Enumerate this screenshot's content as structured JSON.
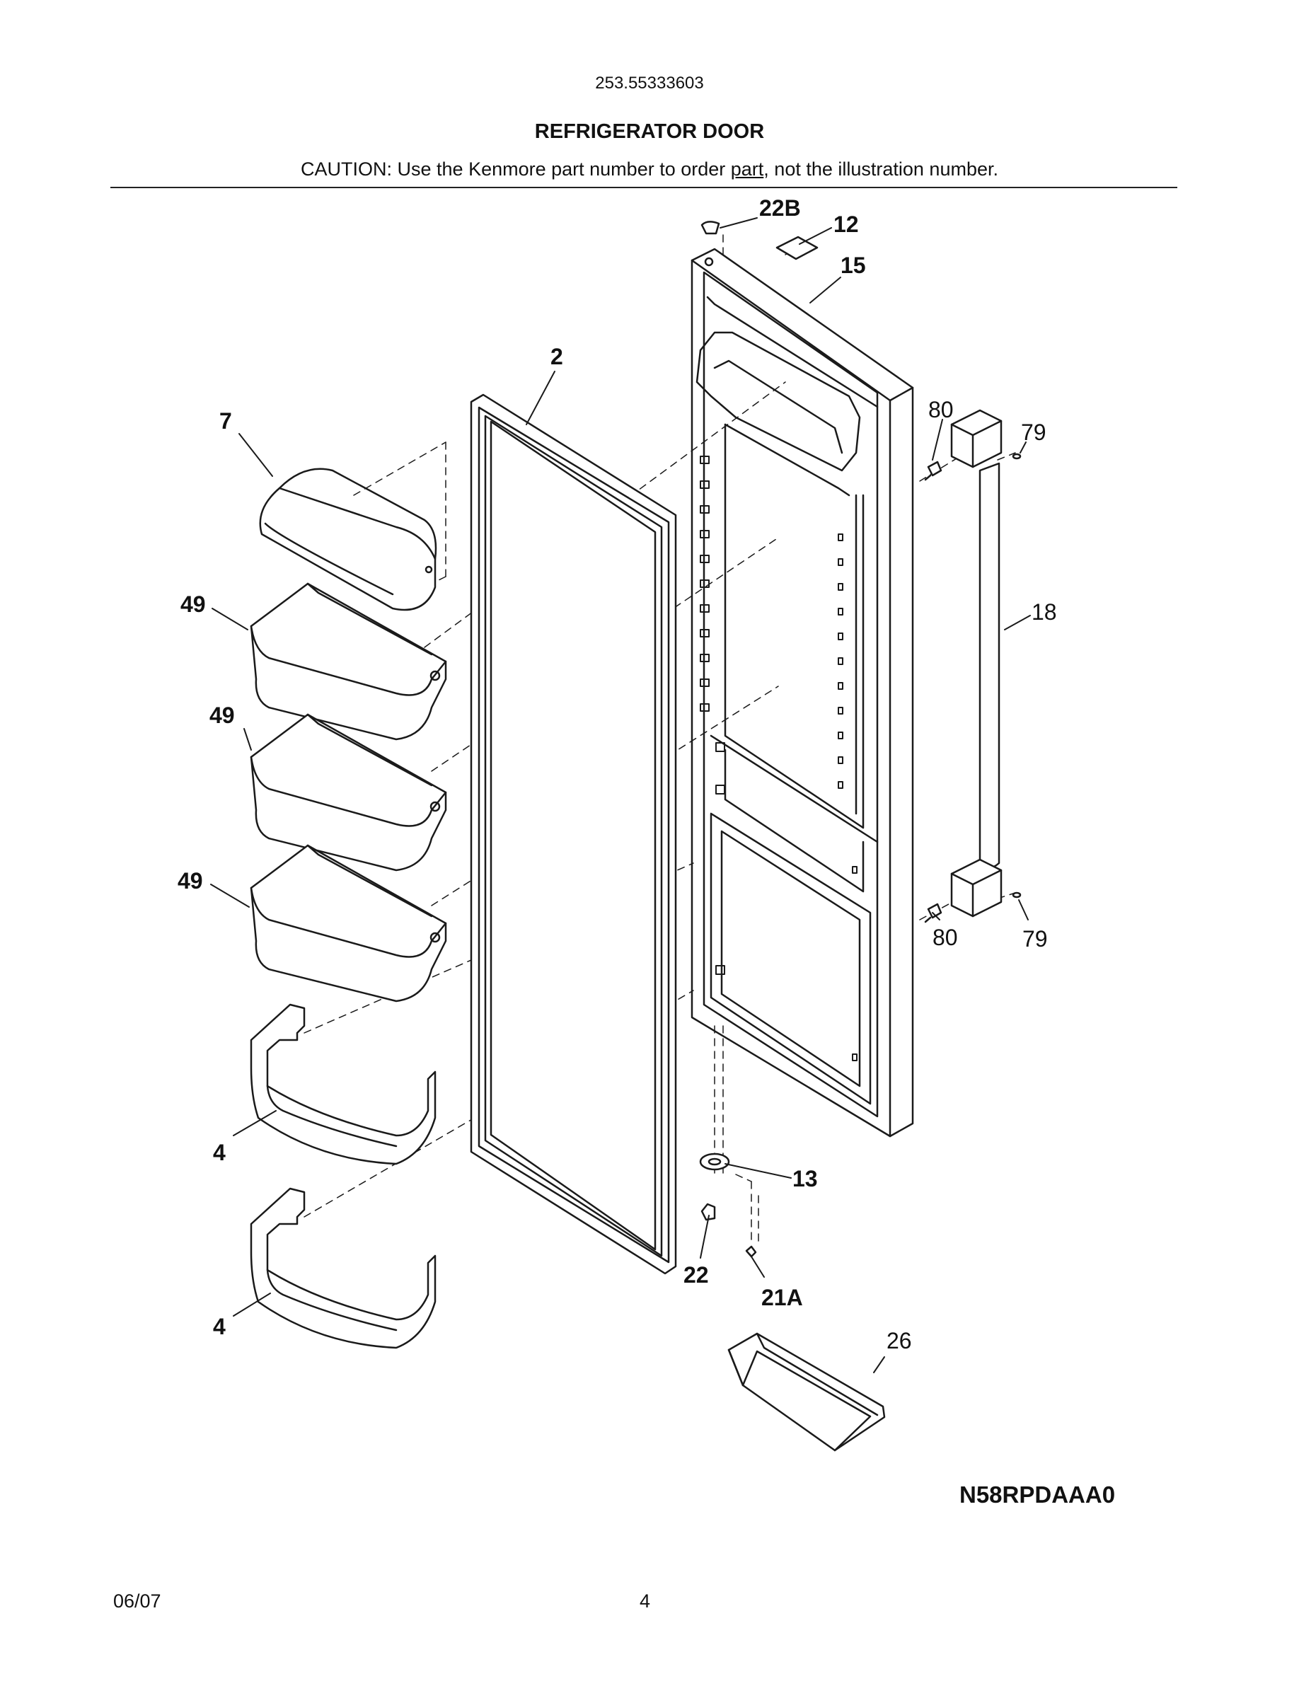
{
  "header": {
    "model_number": "253.55333603",
    "title": "REFRIGERATOR DOOR",
    "caution_prefix": "CAUTION: Use the Kenmore part number to order ",
    "caution_link": "part",
    "caution_suffix": ", not the illustration number."
  },
  "callouts": {
    "c22B": "22B",
    "c12": "12",
    "c15": "15",
    "c2": "2",
    "c7": "7",
    "c80a": "80",
    "c79a": "79",
    "c49a": "49",
    "c18": "18",
    "c49b": "49",
    "c49c": "49",
    "c80b": "80",
    "c79b": "79",
    "c4a": "4",
    "c13": "13",
    "c22": "22",
    "c21A": "21A",
    "c26": "26",
    "c4b": "4"
  },
  "footer": {
    "diagram_code": "N58RPDAAA0",
    "date": "06/07",
    "page": "4"
  }
}
